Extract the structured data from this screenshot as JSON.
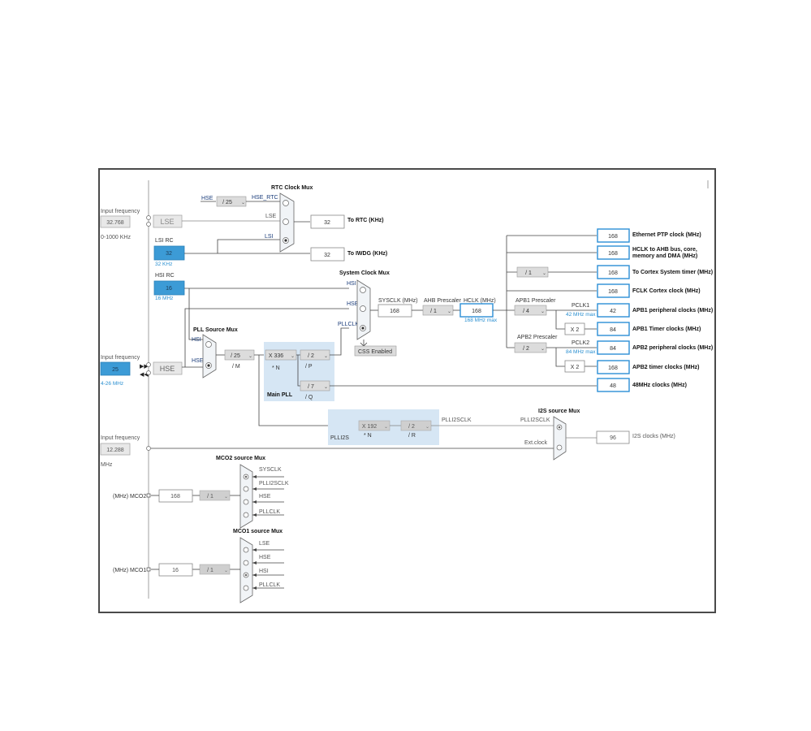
{
  "inputs": {
    "lse": {
      "caption": "Input frequency",
      "value": "32.768",
      "range": "0-1000 KHz",
      "name": "LSE"
    },
    "lsi": {
      "name": "LSI RC",
      "value": "32",
      "unit": "32 KHz"
    },
    "hsi": {
      "name": "HSI RC",
      "value": "16",
      "unit": "16 MHz"
    },
    "hse": {
      "caption": "Input frequency",
      "value": "25",
      "range": "4-26 MHz",
      "name": "HSE"
    },
    "i2s_ext": {
      "caption": "Input frequency",
      "value": "12.288",
      "unit": "MHz"
    }
  },
  "rtc": {
    "title": "RTC Clock Mux",
    "hse_label": "HSE",
    "prescaler": "/ 25",
    "hse_rtc": "HSE_RTC",
    "lse": "LSE",
    "lsi": "LSI",
    "rtc_value": "32",
    "rtc_label": "To RTC (KHz)",
    "iwdg_value": "32",
    "iwdg_label": "To IWDG (KHz)"
  },
  "system_mux": {
    "title": "System Clock Mux",
    "hsi": "HSI",
    "hse": "HSE",
    "pllclk": "PLLCLK",
    "css": "CSS Enabled"
  },
  "pll_source": {
    "title": "PLL Source Mux",
    "hsi": "HSI",
    "hse": "HSE",
    "m_value": "/ 25",
    "m_label": "/ M"
  },
  "main_pll": {
    "title": "Main PLL",
    "n_value": "X 336",
    "n_label": "* N",
    "p_value": "/ 2",
    "p_label": "/ P",
    "q_value": "/ 7",
    "q_label": "/ Q"
  },
  "sys": {
    "sysclk_label": "SYSCLK (MHz)",
    "sysclk": "168",
    "ahb_label": "AHB Prescaler",
    "ahb": "/ 1",
    "hclk_label": "HCLK (MHz)",
    "hclk": "168",
    "hclk_max": "168 MHz max"
  },
  "outputs": [
    {
      "value": "168",
      "label": "Ethernet PTP clock (MHz)"
    },
    {
      "value": "168",
      "label": "HCLK to AHB bus, core,",
      "label2": "memory and DMA (MHz)"
    },
    {
      "value": "168",
      "label": "To Cortex System timer (MHz)"
    },
    {
      "value": "168",
      "label": "FCLK Cortex clock (MHz)"
    },
    {
      "value": "42",
      "label": "APB1 peripheral clocks (MHz)"
    },
    {
      "value": "84",
      "label": "APB1 Timer clocks (MHz)"
    },
    {
      "value": "84",
      "label": "APB2 peripheral clocks (MHz)"
    },
    {
      "value": "168",
      "label": "APB2 timer clocks (MHz)"
    },
    {
      "value": "48",
      "label": "48MHz clocks (MHz)"
    }
  ],
  "cortex_div": "/ 1",
  "apb1": {
    "title": "APB1 Prescaler",
    "value": "/ 4",
    "pclk": "PCLK1",
    "max": "42 MHz max",
    "x2": "X 2"
  },
  "apb2": {
    "title": "APB2 Prescaler",
    "value": "/ 2",
    "pclk": "PCLK2",
    "max": "84 MHz max",
    "x2": "X 2"
  },
  "plli2s": {
    "title": "PLLI2S",
    "n_value": "X 192",
    "n_label": "* N",
    "r_value": "/ 2",
    "r_label": "/ R",
    "out": "PLLI2SCLK"
  },
  "i2s": {
    "title": "I2S source Mux",
    "plli2sclk": "PLLI2SCLK",
    "ext": "Ext.clock",
    "value": "96",
    "label": "I2S clocks (MHz)"
  },
  "mco2": {
    "title": "MCO2 source Mux",
    "label": "(MHz) MCO2",
    "value": "168",
    "div": "/ 1",
    "sources": [
      "SYSCLK",
      "PLLI2SCLK",
      "HSE",
      "PLLCLK"
    ]
  },
  "mco1": {
    "title": "MCO1 source Mux",
    "label": "(MHz) MCO1",
    "value": "16",
    "div": "/ 1",
    "sources": [
      "LSE",
      "HSE",
      "HSI",
      "PLLCLK"
    ]
  }
}
